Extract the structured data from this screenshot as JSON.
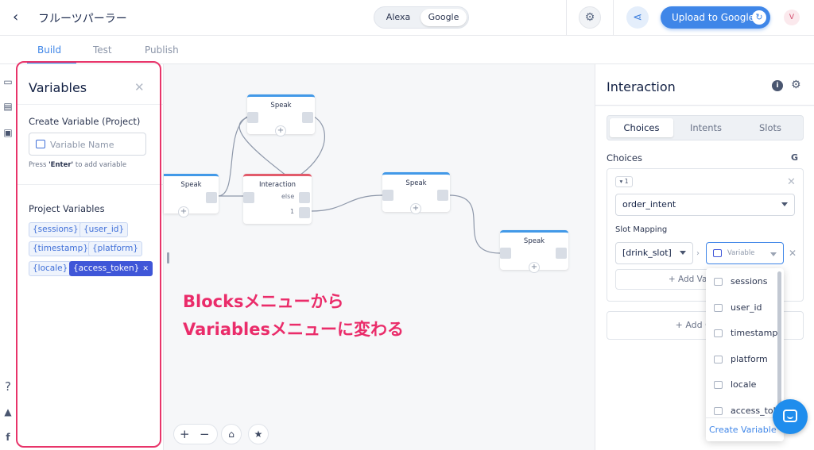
{
  "header": {
    "project_title": "フルーツパーラー",
    "platforms": [
      "Alexa",
      "Google"
    ],
    "selected_platform": "Google",
    "upload_label": "Upload to Google",
    "avatar_initial": "V"
  },
  "tabs": [
    {
      "label": "Build",
      "active": true
    },
    {
      "label": "Test",
      "active": false
    },
    {
      "label": "Publish",
      "active": false
    }
  ],
  "rail_icons": [
    "monitor-icon",
    "library-icon",
    "variables-icon",
    "help-icon",
    "graduation-cap-icon",
    "facebook-icon"
  ],
  "variables_panel": {
    "title": "Variables",
    "create_label": "Create Variable (Project)",
    "input_placeholder": "Variable Name",
    "hint_prefix": "Press ",
    "hint_key": "'Enter'",
    "hint_suffix": " to add variable",
    "project_label": "Project Variables",
    "variables": [
      "{sessions}",
      "{user_id}",
      "{timestamp}",
      "{platform}",
      "{locale}",
      "{access_token}"
    ],
    "selected_variable": "{access_token}"
  },
  "canvas": {
    "blocks": [
      {
        "id": "speak-top",
        "title": "Speak"
      },
      {
        "id": "speak-left",
        "title": "Speak"
      },
      {
        "id": "interaction",
        "title": "Interaction",
        "ports": [
          "else",
          "1"
        ]
      },
      {
        "id": "speak-mid",
        "title": "Speak"
      },
      {
        "id": "speak-right",
        "title": "Speak"
      }
    ],
    "annotation_line1": "Blocksメニューから",
    "annotation_line2": "Variablesメニューに変わる",
    "zoom_in": "+",
    "zoom_out": "−"
  },
  "interaction_panel": {
    "title": "Interaction",
    "segments": [
      "Choices",
      "Intents",
      "Slots"
    ],
    "active_segment": "Choices",
    "choices_label": "Choices",
    "google_badge": "G",
    "choice_number": "1",
    "intent_value": "order_intent",
    "slot_mapping_label": "Slot Mapping",
    "slot_value": "[drink_slot]",
    "variable_placeholder": "Variable",
    "add_variable_label": "+ Add Variable",
    "add_choice_label": "+ Add Choice"
  },
  "variable_dropdown": {
    "options": [
      "sessions",
      "user_id",
      "timestamp",
      "platform",
      "locale",
      "access_token"
    ],
    "footer": "Create Variable"
  },
  "colors": {
    "accent": "#3f86e8",
    "annotation": "#ea2c6a",
    "selected_chip": "#3f56d8"
  }
}
